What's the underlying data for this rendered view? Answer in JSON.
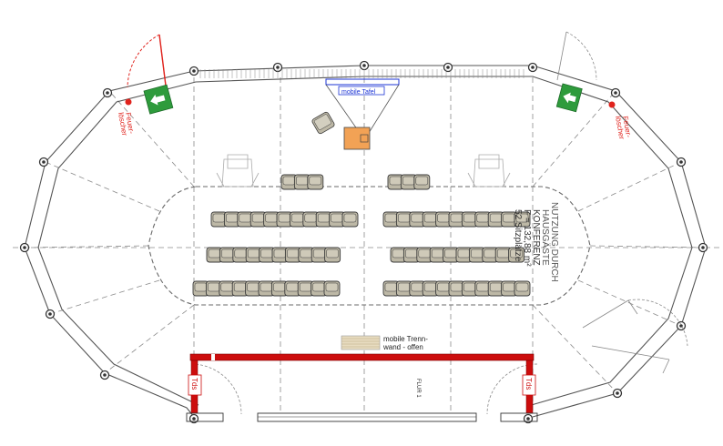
{
  "labels": {
    "mobile_board": "mobile Tafel",
    "fire_ext_left_line1": "Feuer-",
    "fire_ext_left_line2": "löscher",
    "fire_ext_right_line1": "Feuer-",
    "fire_ext_right_line2": "löscher",
    "usage_line1": "NUTZUNG DURCH",
    "usage_line2": "HAUSGÄSTE",
    "usage_line3": "KONFERENZ",
    "usage_line4": "F = 132,88 m²",
    "usage_line5": "52 Sitzplätze",
    "partition_line1": "mobile Trenn-",
    "partition_line2": "wand - offen",
    "corridor": "FLUR 1",
    "tds_left": "Tds",
    "tds_right": "Tds"
  },
  "seating": {
    "total_seats": 52,
    "rows": [
      {
        "row": 1,
        "left_block": 3,
        "right_block": 3
      },
      {
        "row": 2,
        "left_block": 11,
        "right_block": 11
      },
      {
        "row": 3,
        "left_block": 10,
        "right_block": 10
      },
      {
        "row": 4,
        "left_block": 11,
        "right_block": 11
      }
    ]
  },
  "colors": {
    "wall": "#555555",
    "grid_dash": "#8a8a8a",
    "seat_fill": "#bdb8a6",
    "seat_stroke": "#3b3b3b",
    "exit_sign": "#2e9b3c",
    "fire_red": "#e0231d",
    "partition_red": "#cc0d0d",
    "board_blue": "#1d35d6",
    "lectern": "#f2a255"
  },
  "icons": [
    "emergency-exit-sign-icon",
    "fire-extinguisher-icon",
    "armchair-icon",
    "door-swing-icon"
  ]
}
